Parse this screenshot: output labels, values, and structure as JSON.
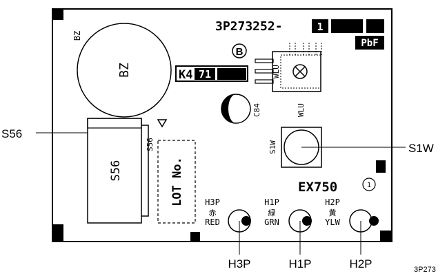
{
  "board": {
    "part_number": "3P273252-",
    "revision_mark": "1",
    "pbf_badge": "PbF",
    "revision_circle": "B",
    "model": "EX750",
    "circle_one": "1",
    "lot_no": "LOT No.",
    "k_label_prefix": "K4",
    "k_label_box": "71"
  },
  "components": {
    "buzzer": {
      "label": "BZ",
      "corner_label": "BZ"
    },
    "capacitor": {
      "label": "C84"
    },
    "wlu": {
      "label_side": "WLU",
      "label_below": "WLU"
    },
    "s56": {
      "label": "S56",
      "side_label": "S56"
    },
    "s1w": {
      "label": "S1W"
    },
    "leds": [
      {
        "code": "H3P",
        "jp": "赤",
        "color": "RED"
      },
      {
        "code": "H1P",
        "jp": "緑",
        "color": "GRN"
      },
      {
        "code": "H2P",
        "jp": "黄",
        "color": "YLW"
      }
    ]
  },
  "callouts": {
    "s56": "S56",
    "s1w": "S1W",
    "h3p": "H3P",
    "h1p": "H1P",
    "h2p": "H2P"
  },
  "footer_code": "3P273"
}
